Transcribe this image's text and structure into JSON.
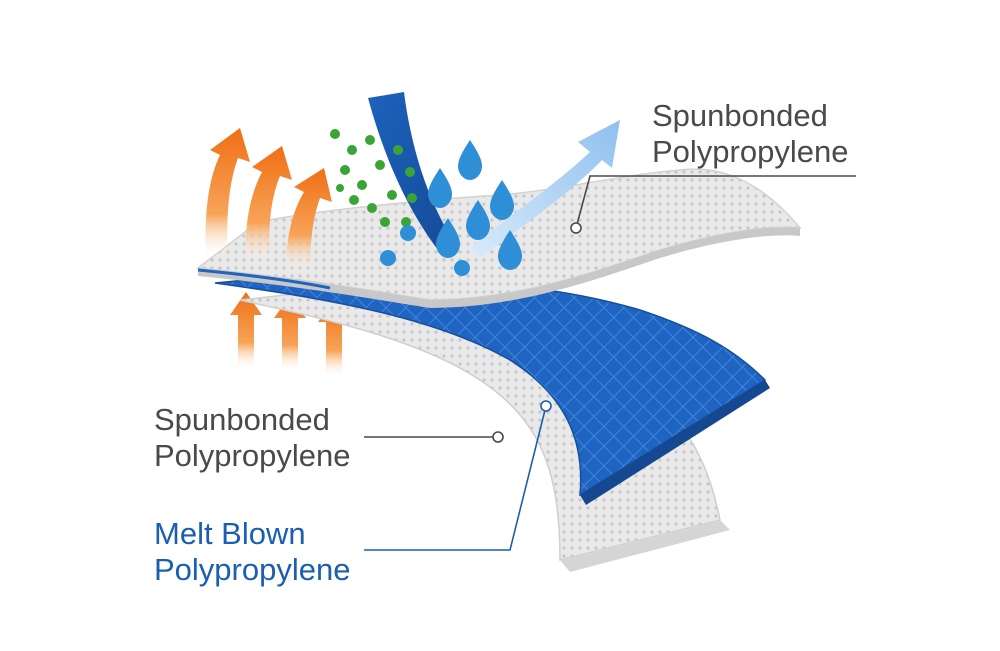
{
  "labels": {
    "top_outer": {
      "line1": "Spunbonded",
      "line2": "Polypropylene"
    },
    "bottom_outer": {
      "line1": "Spunbonded",
      "line2": "Polypropylene"
    },
    "middle": {
      "line1": "Melt Blown",
      "line2": "Polypropylene"
    }
  },
  "colors": {
    "text_gray": "#4a4a4a",
    "text_blue": "#1b5fb0",
    "layer_white": "#eeeeee",
    "layer_blue": "#1e64c0",
    "heat_orange": "#f07a1e",
    "droplet_blue": "#2e8fd6",
    "particle_green": "#3aa535",
    "airflow_light_blue": "#a8cdf0"
  },
  "icons": [
    "heat-arrow-icon",
    "water-droplet-icon",
    "particle-dot-icon",
    "airflow-arrow-icon"
  ]
}
